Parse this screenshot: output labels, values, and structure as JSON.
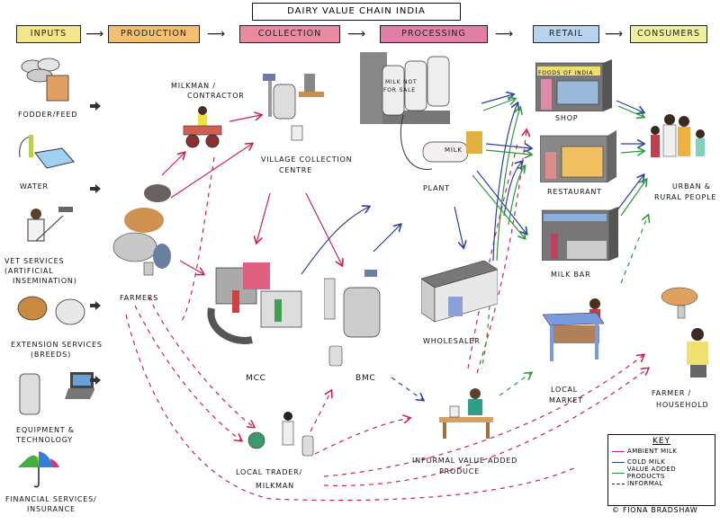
{
  "title": "DAIRY VALUE CHAIN INDIA",
  "stages": [
    {
      "label": "INPUTS",
      "color": "#f3e58a"
    },
    {
      "label": "PRODUCTION",
      "color": "#f0c070"
    },
    {
      "label": "COLLECTION",
      "color": "#e88aa0"
    },
    {
      "label": "PROCESSING",
      "color": "#e07fa6"
    },
    {
      "label": "RETAIL",
      "color": "#b9d3ee"
    },
    {
      "label": "CONSUMERS",
      "color": "#eef0a0"
    }
  ],
  "inputs": [
    {
      "label": "FODDER/FEED",
      "icon": "fodder-bags-icon"
    },
    {
      "label": "WATER",
      "icon": "water-trough-icon"
    },
    {
      "label": "VET SERVICES",
      "sub": "(ARTIFICIAL",
      "sub2": "INSEMINATION)",
      "icon": "vet-icon"
    },
    {
      "label": "EXTENSION SERVICES",
      "sub": "(BREEDS)",
      "icon": "cattle-breeds-icon"
    },
    {
      "label": "EQUIPMENT &",
      "sub": "TECHNOLOGY",
      "icon": "milk-can-laptop-icon"
    },
    {
      "label": "FINANCIAL SERVICES/",
      "sub": "INSURANCE",
      "icon": "umbrella-icon"
    }
  ],
  "nodes": {
    "farmers": "FARMERS",
    "milkman_contractor": [
      "MILKMAN /",
      "CONTRACTOR"
    ],
    "village_collection": [
      "VILLAGE COLLECTION",
      "CENTRE"
    ],
    "mcc": "MCC",
    "bmc": "BMC",
    "local_trader": [
      "LOCAL TRADER/",
      "MILKMAN"
    ],
    "plant": "PLANT",
    "plant_silo_label": [
      "MILK NOT",
      "FOR SALE"
    ],
    "tanker_label": "MILK",
    "wholesaler": "WHOLESALER",
    "informal_value_added": [
      "INFORMAL VALUE ADDED",
      "PRODUCE"
    ],
    "shop": "SHOP",
    "shop_sign": "FOODS OF INDIA",
    "restaurant": "RESTAURANT",
    "milk_bar": "MILK BAR",
    "local_market": [
      "LOCAL",
      "MARKET"
    ],
    "urban_rural": [
      "URBAN &",
      "RURAL PEOPLE"
    ],
    "farmer_household": [
      "FARMER /",
      "HOUSEHOLD"
    ]
  },
  "key": {
    "title": "KEY",
    "items": [
      {
        "label": "AMBIENT MILK",
        "color": "#c8234a",
        "style": "solid"
      },
      {
        "label": "COLD MILK",
        "color": "#2c3f9e",
        "style": "solid"
      },
      {
        "label": "VALUE ADDED PRODUCTS",
        "color": "#2a9a3c",
        "style": "solid"
      },
      {
        "label": "INFORMAL",
        "color": "#111111",
        "style": "dashed"
      }
    ]
  },
  "copyright": "© FIONA BRADSHAW",
  "colors": {
    "ambient": "#c8234a",
    "cold": "#2c3f9e",
    "value_added": "#2a9a3c"
  }
}
